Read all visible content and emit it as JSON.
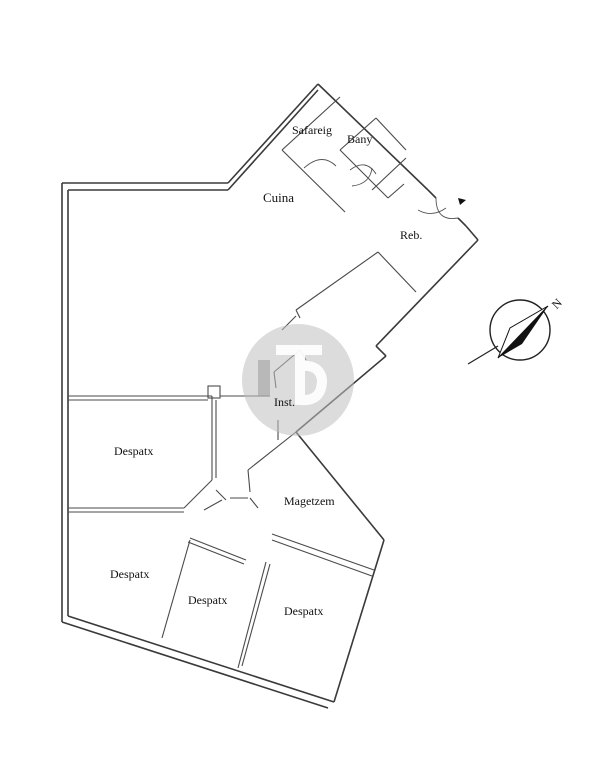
{
  "plan": {
    "rooms": {
      "safareig": "Safareig",
      "bany": "Bany",
      "cuina": "Cuina",
      "reb": "Reb.",
      "inst": "Inst.",
      "despatx_1": "Despatx",
      "magetzem": "Magetzem",
      "despatx_2": "Despatx",
      "despatx_3": "Despatx",
      "despatx_4": "Despatx"
    },
    "compass": {
      "north_label": "N",
      "icon": "north-arrow-icon"
    },
    "entrance_marker_icon": "entrance-arrow-icon",
    "watermark_icon": "agency-logo-watermark"
  }
}
